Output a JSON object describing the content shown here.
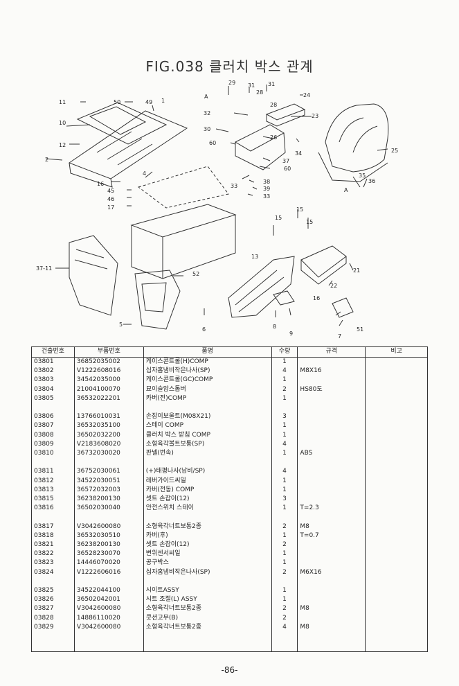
{
  "page": {
    "title": "FIG.038 클러치 박스 관계",
    "page_number": "-86-"
  },
  "diagram": {
    "callouts": [
      "11",
      "50",
      "49",
      "1",
      "10",
      "12",
      "2",
      "16",
      "4",
      "45",
      "46",
      "17",
      "29",
      "31",
      "28",
      "31",
      "24",
      "32",
      "28",
      "23",
      "30",
      "26",
      "60",
      "34",
      "25",
      "37",
      "60",
      "33",
      "38",
      "39",
      "33",
      "35",
      "36",
      "A",
      "A",
      "15",
      "15",
      "15",
      "37-11",
      "13",
      "21",
      "52",
      "22",
      "16",
      "5",
      "6",
      "8",
      "9",
      "51",
      "7"
    ]
  },
  "table": {
    "headers": [
      "건출번호",
      "부품번호",
      "품명",
      "수량",
      "규격",
      "비고"
    ],
    "rows": [
      {
        "no": "03801",
        "part": "36852035002",
        "name": "케이스콘트롤(H)COMP",
        "qty": "1",
        "spec": "",
        "note": ""
      },
      {
        "no": "03802",
        "part": "V1222608016",
        "name": "십자홈냄비작은나사(SP)",
        "qty": "4",
        "spec": "M8X16",
        "note": ""
      },
      {
        "no": "03803",
        "part": "34542035000",
        "name": "케이스콘트롤(GC)COMP",
        "qty": "1",
        "spec": "",
        "note": ""
      },
      {
        "no": "03804",
        "part": "21004100070",
        "name": "묘이슬암스톱버",
        "qty": "2",
        "spec": "HS80도",
        "note": ""
      },
      {
        "no": "03805",
        "part": "36532022201",
        "name": "카버(전)COMP",
        "qty": "1",
        "spec": "",
        "note": ""
      },
      {
        "gap": true
      },
      {
        "no": "03806",
        "part": "13766010031",
        "name": "손잡이보울트(M08X21)",
        "qty": "3",
        "spec": "",
        "note": ""
      },
      {
        "no": "03807",
        "part": "36532035100",
        "name": "스테이 COMP",
        "qty": "1",
        "spec": "",
        "note": ""
      },
      {
        "no": "03808",
        "part": "36502032200",
        "name": "클러치 박스 받침 COMP",
        "qty": "1",
        "spec": "",
        "note": ""
      },
      {
        "no": "03809",
        "part": "V2183608020",
        "name": "소형육각볼트보통(SP)",
        "qty": "4",
        "spec": "",
        "note": ""
      },
      {
        "no": "03810",
        "part": "36732030020",
        "name": "판넬(번속)",
        "qty": "1",
        "spec": "ABS",
        "note": ""
      },
      {
        "gap": true
      },
      {
        "no": "03811",
        "part": "36752030061",
        "name": "(+)태평나사(남비/SP)",
        "qty": "4",
        "spec": "",
        "note": ""
      },
      {
        "no": "03812",
        "part": "34522030051",
        "name": "레버가이드씨일",
        "qty": "1",
        "spec": "",
        "note": ""
      },
      {
        "no": "03813",
        "part": "36572032003",
        "name": "카버(전동) COMP",
        "qty": "1",
        "spec": "",
        "note": ""
      },
      {
        "no": "03815",
        "part": "36238200130",
        "name": "셋트 손잡이(12)",
        "qty": "3",
        "spec": "",
        "note": ""
      },
      {
        "no": "03816",
        "part": "36502030040",
        "name": "안전스위치 스테이",
        "qty": "1",
        "spec": "T=2.3",
        "note": ""
      },
      {
        "gap": true
      },
      {
        "no": "03817",
        "part": "V3042600080",
        "name": "소형육각너트보통2종",
        "qty": "2",
        "spec": "M8",
        "note": ""
      },
      {
        "no": "03818",
        "part": "36532030510",
        "name": "카버(후)",
        "qty": "1",
        "spec": "T=0.7",
        "note": ""
      },
      {
        "no": "03821",
        "part": "36238200130",
        "name": "셋트 손잡이(12)",
        "qty": "2",
        "spec": "",
        "note": ""
      },
      {
        "no": "03822",
        "part": "36528230070",
        "name": "변위센서씨일",
        "qty": "1",
        "spec": "",
        "note": ""
      },
      {
        "no": "03823",
        "part": "14446070020",
        "name": "공구박스",
        "qty": "1",
        "spec": "",
        "note": ""
      },
      {
        "no": "03824",
        "part": "V1222606016",
        "name": "십자홈냄비작은나사(SP)",
        "qty": "2",
        "spec": "M6X16",
        "note": ""
      },
      {
        "gap": true
      },
      {
        "no": "03825",
        "part": "34522044100",
        "name": "시이트ASSY",
        "qty": "1",
        "spec": "",
        "note": ""
      },
      {
        "no": "03826",
        "part": "36502042001",
        "name": "시트 조절(L) ASSY",
        "qty": "1",
        "spec": "",
        "note": ""
      },
      {
        "no": "03827",
        "part": "V3042600080",
        "name": "소형육각너트보통2종",
        "qty": "2",
        "spec": "M8",
        "note": ""
      },
      {
        "no": "03828",
        "part": "14886110020",
        "name": "쿳션고무(B)",
        "qty": "2",
        "spec": "",
        "note": ""
      },
      {
        "no": "03829",
        "part": "V3042600080",
        "name": "소형육각너트보통2종",
        "qty": "4",
        "spec": "M8",
        "note": ""
      }
    ]
  }
}
